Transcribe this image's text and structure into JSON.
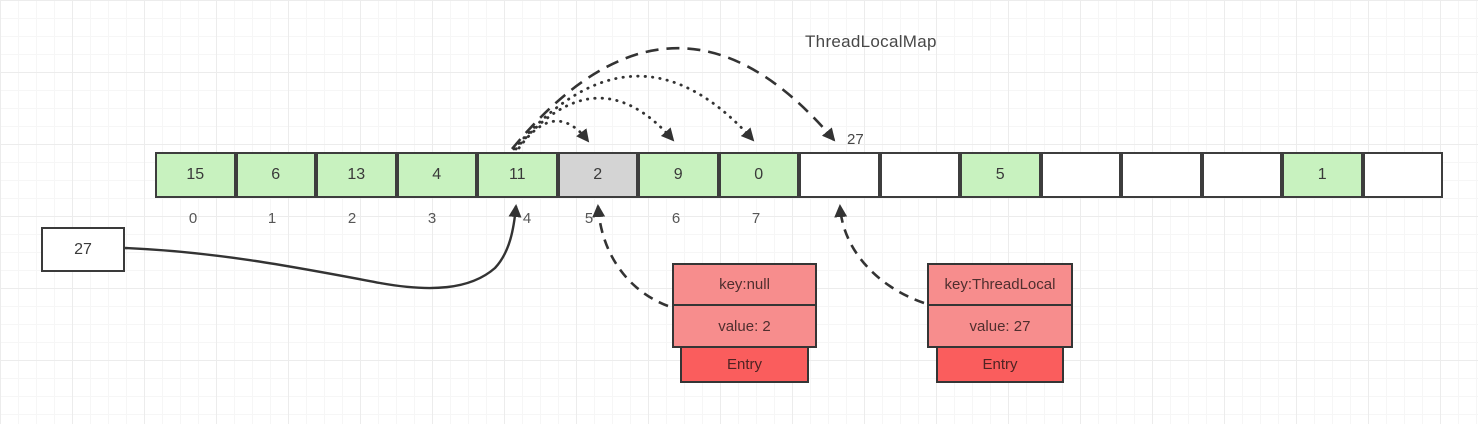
{
  "title": "ThreadLocalMap",
  "array": {
    "cells": [
      {
        "value": "15",
        "state": "filled"
      },
      {
        "value": "6",
        "state": "filled"
      },
      {
        "value": "13",
        "state": "filled"
      },
      {
        "value": "4",
        "state": "filled"
      },
      {
        "value": "11",
        "state": "filled"
      },
      {
        "value": "2",
        "state": "stale"
      },
      {
        "value": "9",
        "state": "filled"
      },
      {
        "value": "0",
        "state": "filled"
      },
      {
        "value": "",
        "state": "empty"
      },
      {
        "value": "",
        "state": "empty"
      },
      {
        "value": "5",
        "state": "filled"
      },
      {
        "value": "",
        "state": "empty"
      },
      {
        "value": "",
        "state": "empty"
      },
      {
        "value": "",
        "state": "empty"
      },
      {
        "value": "1",
        "state": "filled"
      },
      {
        "value": "",
        "state": "empty"
      }
    ],
    "index_labels": [
      "0",
      "1",
      "2",
      "3",
      "4",
      "5",
      "6",
      "7"
    ]
  },
  "source_box": {
    "value": "27"
  },
  "probe_label": "27",
  "entries": [
    {
      "key": "key:null",
      "value": "value: 2",
      "label": "Entry"
    },
    {
      "key": "key:ThreadLocal",
      "value": "value: 27",
      "label": "Entry"
    }
  ],
  "colors": {
    "cell_filled": "#c8f2bf",
    "cell_stale": "#d4d4d4",
    "cell_empty": "#ffffff",
    "entry_row": "#f78d8d",
    "entry_tab": "#fa5d5d",
    "line": "#333333"
  }
}
